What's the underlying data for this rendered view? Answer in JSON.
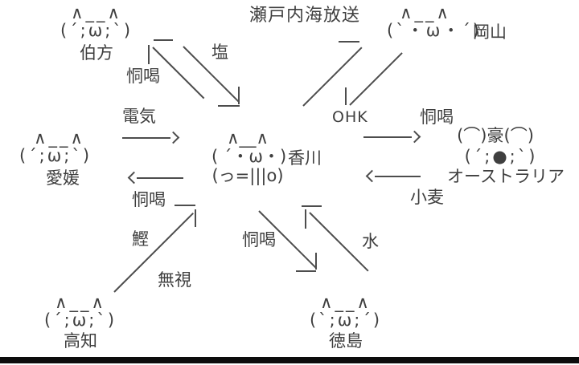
{
  "canvas": {
    "background": "#ffffff",
    "ink_color": "#3f3f3f",
    "line_color": "#4d4d4d",
    "bottom_bar_color": "#0c0c0c"
  },
  "nodes": {
    "hakata": {
      "face_top": "∧__∧",
      "face": "(´;ω;`)",
      "label": "伯方"
    },
    "okayama": {
      "face_top": "∧__∧",
      "face": "(`・ω・´)",
      "label": "岡山"
    },
    "ehime": {
      "face_top": "∧__∧",
      "face": "(´;ω;`)",
      "label": "愛媛"
    },
    "kagawa": {
      "face_top": "∧__∧",
      "face": "( ´・ω・)",
      "label": "香川",
      "face_bottom": "(っ=|||o)"
    },
    "australia": {
      "face_top": "(⌒)豪(⌒)",
      "face": "(´;●;`)",
      "label": "オーストラリア"
    },
    "kochi": {
      "face_top": "∧__∧",
      "face": "(´;ω;`)",
      "label": "高知"
    },
    "tokushima": {
      "face_top": "∧__∧",
      "face": "(`;ω;´)",
      "label": "徳島"
    }
  },
  "edges": [
    {
      "from": "香川",
      "to": "伯方",
      "label": "恫喝"
    },
    {
      "from": "伯方",
      "to": "香川",
      "label": "塩"
    },
    {
      "from": "香川",
      "to": "岡山",
      "label": "瀬戸内海放送"
    },
    {
      "from": "岡山",
      "to": "香川",
      "label": "OHK"
    },
    {
      "from": "愛媛",
      "to": "香川",
      "label": "電気"
    },
    {
      "from": "香川",
      "to": "愛媛",
      "label": "恫喝"
    },
    {
      "from": "香川",
      "to": "オーストラリア",
      "label": "恫喝"
    },
    {
      "from": "オーストラリア",
      "to": "香川",
      "label": "小麦"
    },
    {
      "from": "高知",
      "to": "香川",
      "label": "鰹"
    },
    {
      "from": "香川",
      "to": "高知",
      "label": "無視"
    },
    {
      "from": "香川",
      "to": "徳島",
      "label": "恫喝"
    },
    {
      "from": "徳島",
      "to": "香川",
      "label": "水"
    }
  ]
}
